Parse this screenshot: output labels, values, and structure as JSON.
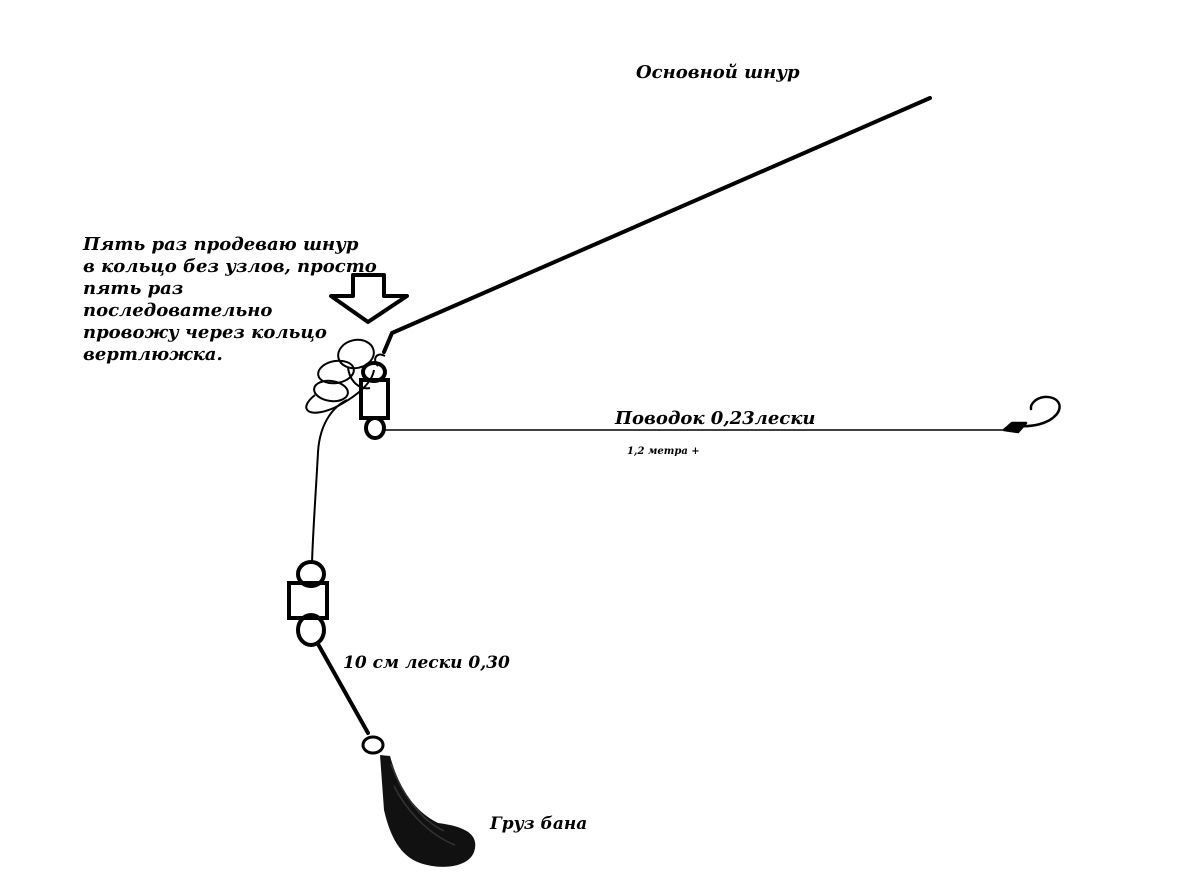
{
  "labels": {
    "main_line": "Основной шнур",
    "instruction": [
      "Пять раз продеваю шнур",
      "в кольцо без узлов, просто",
      "пять раз",
      "последовательно",
      "провожу через кольцо",
      "вертлюжка."
    ],
    "leader": "Поводок 0,23лески",
    "leader_length": "1,2 метра +",
    "short_line": "10 см лески 0,30",
    "weight": "Груз бана"
  },
  "colors": {
    "line": "#000000",
    "background": "#ffffff"
  }
}
